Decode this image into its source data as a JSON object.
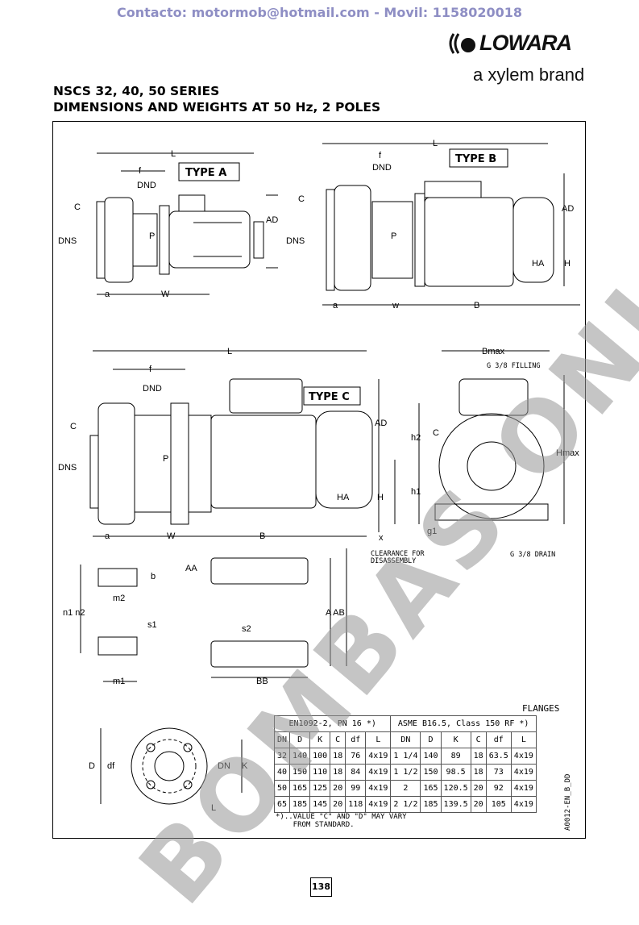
{
  "contact": "Contacto: motormob@hotmail.com - Movil: 1158020018",
  "logo": {
    "brand": "LOWARA",
    "sub": "a xylem brand"
  },
  "title": {
    "line1": "NSCS 32, 40, 50 SERIES",
    "line2": "DIMENSIONS AND WEIGHTS AT 50 Hz, 2 POLES"
  },
  "type_a": {
    "label": "TYPE A",
    "L": "L",
    "f": "f",
    "DND": "DND",
    "C": "C",
    "DNS": "DNS",
    "P": "P",
    "AD": "AD",
    "a": "a",
    "W": "W"
  },
  "type_b": {
    "label": "TYPE B",
    "L": "L",
    "f": "f",
    "DND": "DND",
    "C": "C",
    "DNS": "DNS",
    "P": "P",
    "AD": "AD",
    "H": "H",
    "HA": "HA",
    "a": "a",
    "w": "w",
    "B": "B"
  },
  "type_c": {
    "label": "TYPE C",
    "L": "L",
    "f": "f",
    "DND": "DND",
    "C": "C",
    "DNS": "DNS",
    "P": "P",
    "AD": "AD",
    "H": "H",
    "HA": "HA",
    "a": "a",
    "W": "W",
    "B": "B",
    "x": "x",
    "clearance1": "CLEARANCE FOR",
    "clearance2": "DISASSEMBLY"
  },
  "side": {
    "Bmax": "Bmax",
    "filling": "G 3/8 FILLING",
    "h2": "h2",
    "C": "C",
    "h1": "h1",
    "Hmax": "Hmax",
    "g1": "g1",
    "drain": "G 3/8 DRAIN"
  },
  "feet": {
    "b": "b",
    "m2": "m2",
    "n1n2": "n1 n2",
    "s1": "s1",
    "m1": "m1",
    "AA": "AA",
    "AAB": "A AB",
    "s2": "s2",
    "BB": "BB"
  },
  "flange_fig": {
    "D": "D",
    "df": "df",
    "DN": "DN",
    "K": "K",
    "L": "L"
  },
  "flanges": {
    "title": "FLANGES",
    "group1": "EN1092-2, PN 16 *)",
    "group2": "ASME B16.5, Class 150 RF *)",
    "headers": [
      "DN",
      "D",
      "K",
      "C",
      "df",
      "L",
      "DN",
      "D",
      "K",
      "C",
      "df",
      "L"
    ],
    "rows": [
      [
        "32",
        "140",
        "100",
        "18",
        "76",
        "4x19",
        "1 1/4",
        "140",
        "89",
        "18",
        "63.5",
        "4x19"
      ],
      [
        "40",
        "150",
        "110",
        "18",
        "84",
        "4x19",
        "1 1/2",
        "150",
        "98.5",
        "18",
        "73",
        "4x19"
      ],
      [
        "50",
        "165",
        "125",
        "20",
        "99",
        "4x19",
        "2",
        "165",
        "120.5",
        "20",
        "92",
        "4x19"
      ],
      [
        "65",
        "185",
        "145",
        "20",
        "118",
        "4x19",
        "2 1/2",
        "185",
        "139.5",
        "20",
        "105",
        "4x19"
      ]
    ],
    "note": "*)..VALUE \"C\" AND \"D\" MAY VARY\n    FROM STANDARD."
  },
  "code": "A0012-EN_B_DD",
  "page_number": "138",
  "watermark": "BOMBAS ONLINE"
}
